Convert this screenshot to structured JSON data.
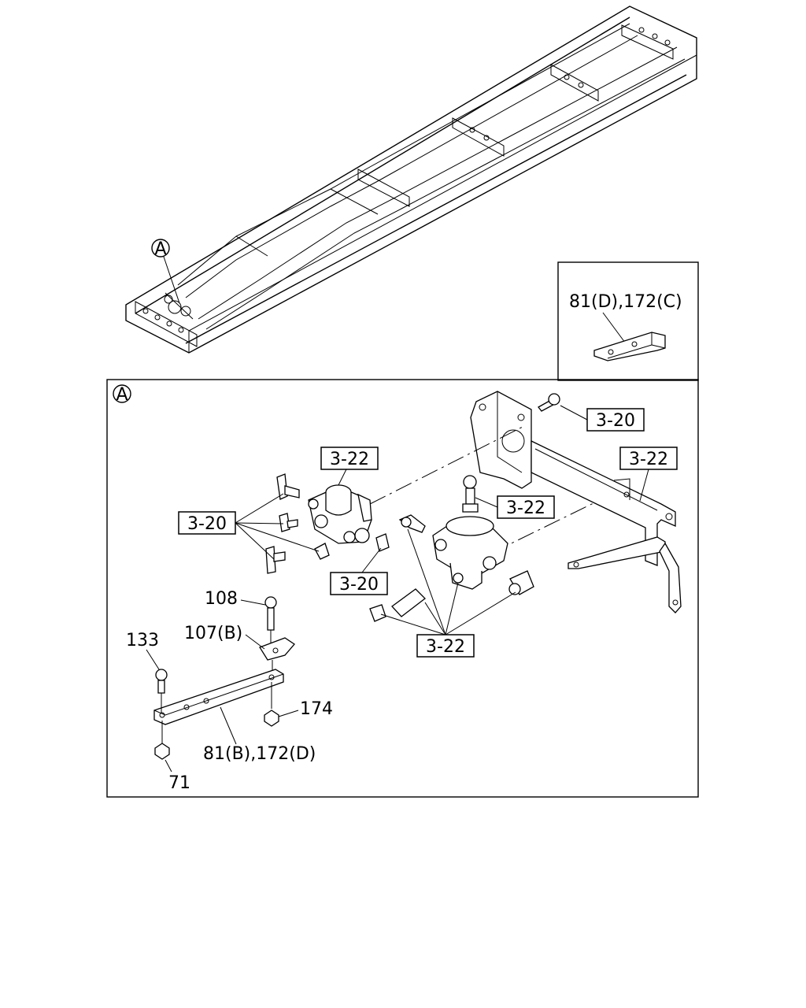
{
  "callout_marker": "A",
  "inset": {
    "label": "81(D),172(C)"
  },
  "detail": {
    "marker": "A",
    "refs": {
      "r1": "3-20",
      "r2": "3-22",
      "r3": "3-22",
      "r4": "3-22",
      "r5": "3-20",
      "r6": "3-20",
      "r7": "3-22"
    },
    "parts": {
      "p108": "108",
      "p107": "107(B)",
      "p133": "133",
      "p174": "174",
      "p81": "81(B),172(D)",
      "p71": "71"
    }
  }
}
